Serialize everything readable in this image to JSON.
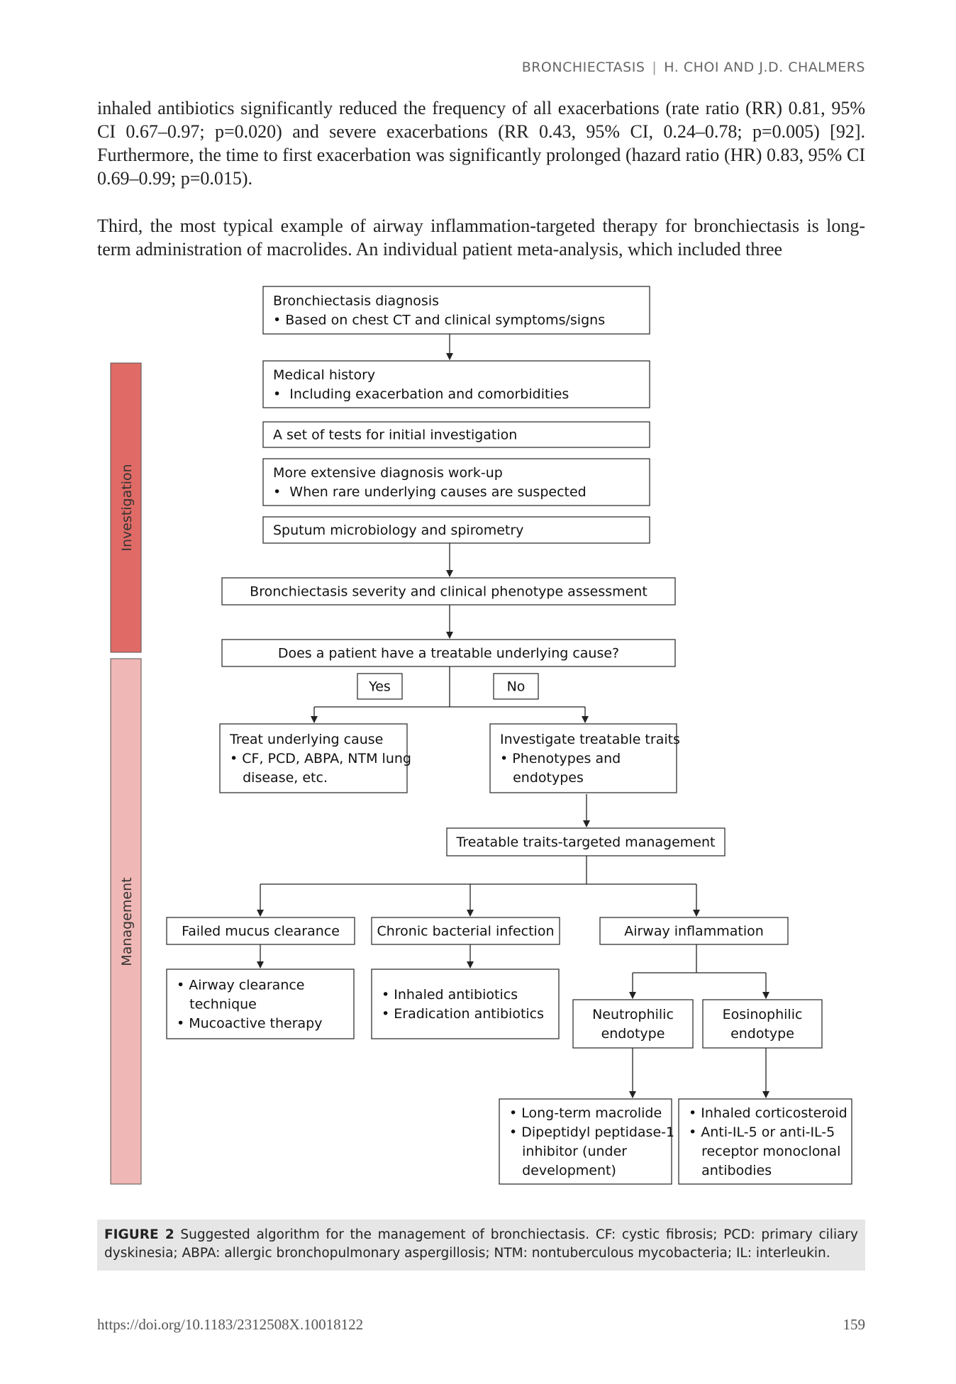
{
  "header": {
    "journal": "BRONCHIECTASIS",
    "authors": "H. CHOI AND J.D. CHALMERS"
  },
  "paragraphs": [
    "inhaled antibiotics significantly reduced the frequency of all exacerbations (rate ratio (RR) 0.81, 95% CI 0.67–0.97; p=0.020) and severe exacerbations (RR 0.43, 95% CI, 0.24–0.78; p=0.005) [92]. Furthermore, the time to first exacerbation was significantly prolonged (hazard ratio (HR) 0.83, 95% CI 0.69–0.99; p=0.015).",
    "Third, the most typical example of airway inflammation-targeted therapy for bronchiectasis is long-term administration of macrolides. An individual patient meta-analysis, which included three"
  ],
  "figure": {
    "bands": {
      "investigation": {
        "label": "Investigation",
        "color": "#e06b66"
      },
      "management": {
        "label": "Management",
        "color": "#efb7b5"
      }
    },
    "nodes": {
      "diagnosis": [
        "Bronchiectasis diagnosis",
        "• Based on chest CT and clinical symptoms/signs"
      ],
      "history": [
        "Medical history",
        "•  Including exacerbation and comorbidities"
      ],
      "tests": [
        "A set of tests for initial investigation"
      ],
      "workup": [
        "More extensive diagnosis work-up",
        "•  When rare underlying causes are suspected"
      ],
      "sputum": [
        "Sputum microbiology and spirometry"
      ],
      "severity": [
        "Bronchiectasis severity and clinical phenotype assessment"
      ],
      "question": [
        "Does a patient have a treatable underlying cause?"
      ],
      "yes": [
        "Yes"
      ],
      "no": [
        "No"
      ],
      "treat_cause": [
        "Treat underlying cause",
        "• CF, PCD, ABPA, NTM lung",
        "   disease, etc."
      ],
      "traits": [
        "Investigate treatable traits",
        "• Phenotypes and",
        "   endotypes"
      ],
      "traits_management": [
        "Treatable traits-targeted management"
      ],
      "mucus": [
        "Failed mucus clearance"
      ],
      "bacterial": [
        "Chronic bacterial infection"
      ],
      "inflammation": [
        "Airway inflammation"
      ],
      "mucus_tx": [
        "• Airway clearance",
        "   technique",
        "• Mucoactive therapy"
      ],
      "bacterial_tx": [
        "• Inhaled antibiotics",
        "• Eradication antibiotics"
      ],
      "neutrophilic": [
        "Neutrophilic",
        "endotype"
      ],
      "eosinophilic": [
        "Eosinophilic",
        "endotype"
      ],
      "neutrophilic_tx": [
        "• Long-term macrolide",
        "• Dipeptidyl peptidase-1",
        "   inhibitor (under",
        "   development)"
      ],
      "eosinophilic_tx": [
        "• Inhaled corticosteroid",
        "• Anti-IL-5 or anti-IL-5",
        "   receptor monoclonal",
        "   antibodies"
      ]
    },
    "caption_label": "FIGURE 2",
    "caption_text": "Suggested algorithm for the management of bronchiectasis. CF: cystic fibrosis; PCD: primary ciliary dyskinesia; ABPA: allergic bronchopulmonary aspergillosis; NTM: nontuberculous mycobacteria; IL: interleukin."
  },
  "footer": {
    "doi": "https://doi.org/10.1183/2312508X.10018122",
    "page": "159"
  }
}
